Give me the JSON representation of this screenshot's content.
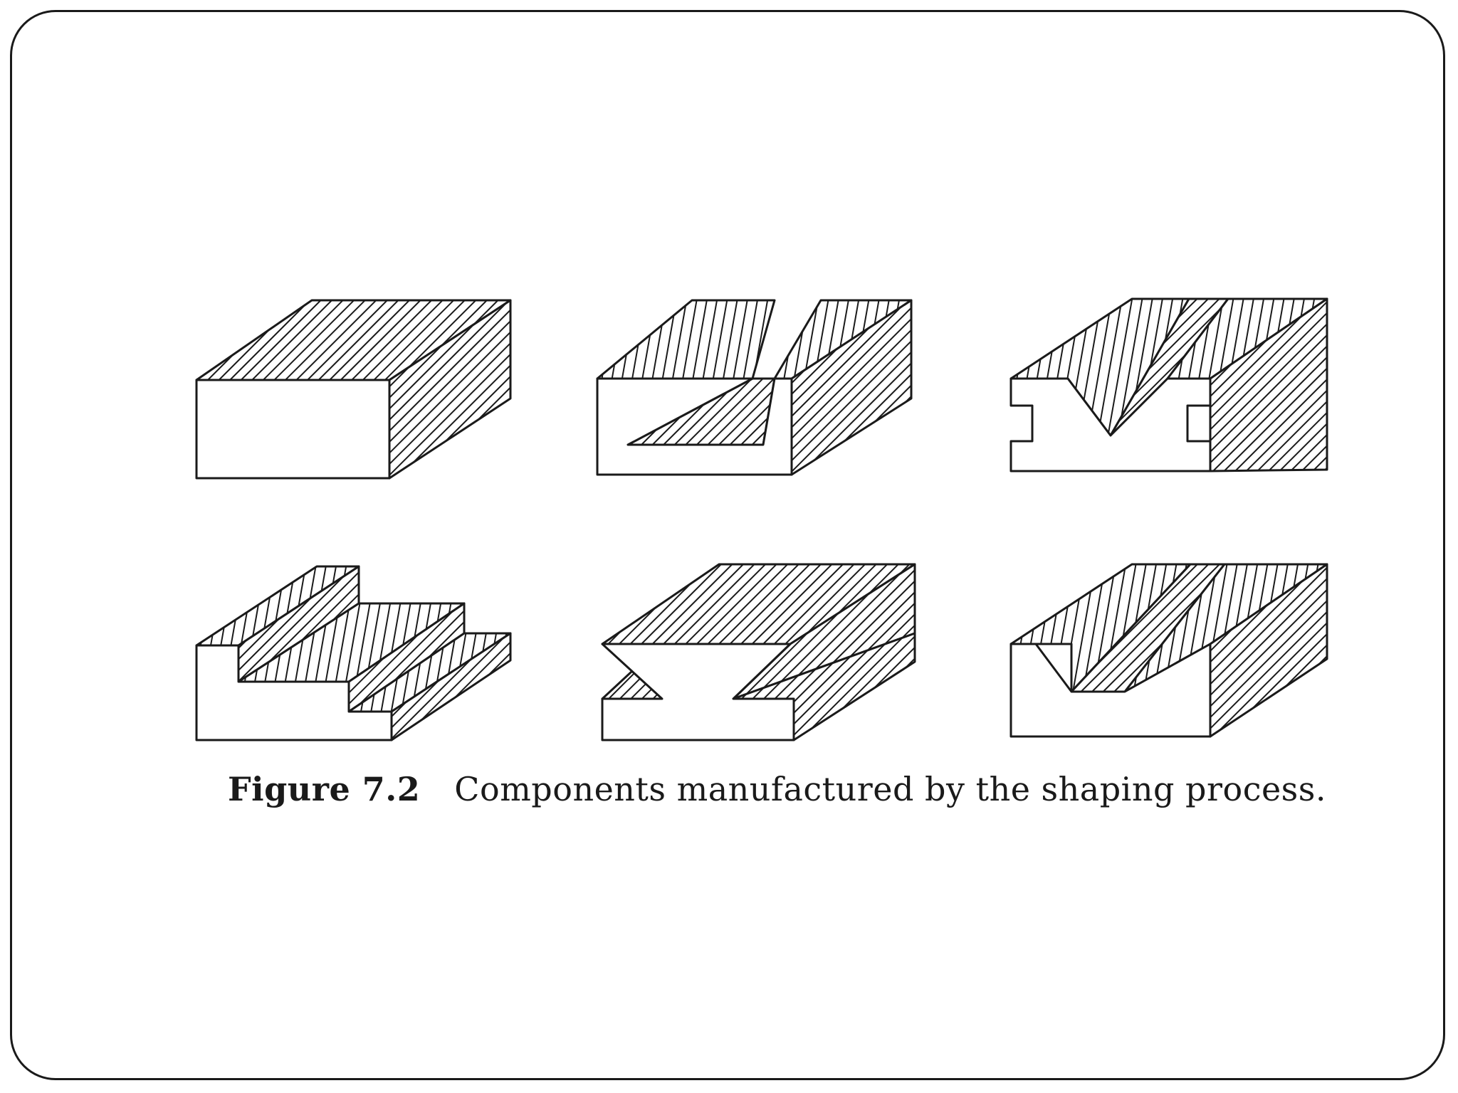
{
  "figure": {
    "caption_label": "Figure 7.2",
    "caption_text": "Components manufactured by the shaping process."
  },
  "components": [
    {
      "name": "plain-rectangular-block"
    },
    {
      "name": "dovetail-slot-block"
    },
    {
      "name": "v-groove-block-with-side-slots"
    },
    {
      "name": "stepped-block"
    },
    {
      "name": "dovetail-slide-block"
    },
    {
      "name": "v-groove-block"
    }
  ],
  "colors": {
    "line": "#1a1a1a",
    "background": "#ffffff"
  }
}
